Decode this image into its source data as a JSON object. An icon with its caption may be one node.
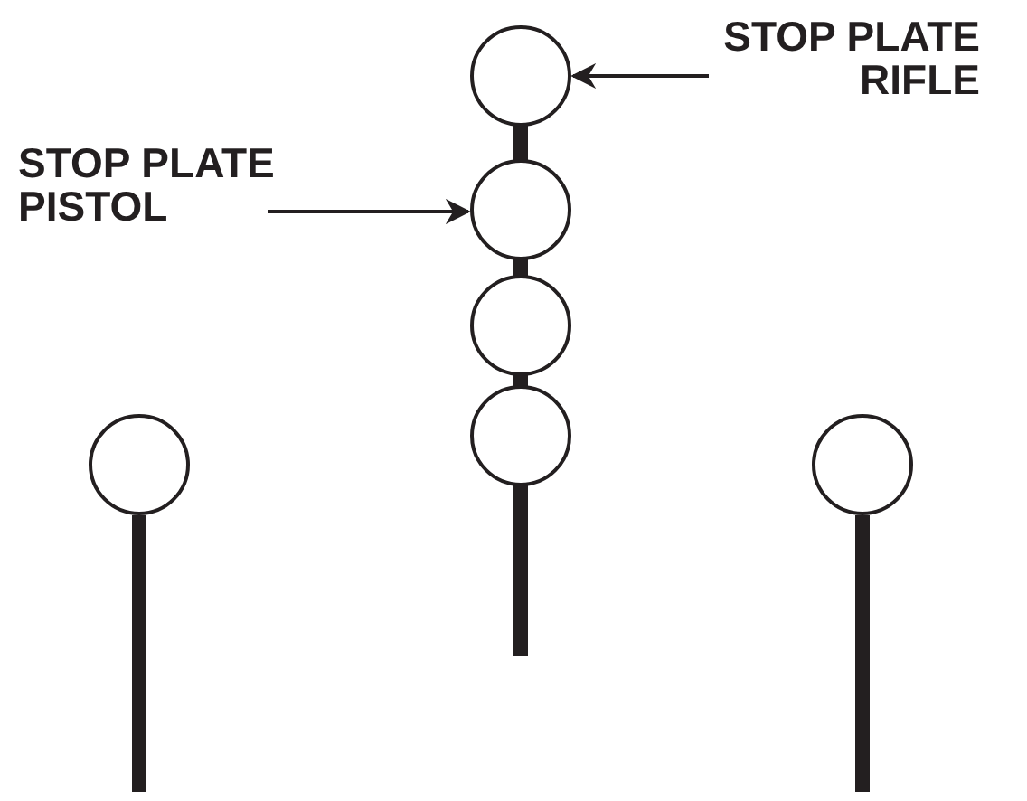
{
  "diagram": {
    "nodes": [
      {
        "text": [],
        "shape": "circle"
      },
      {
        "text": [
          "STOP PLATE RIFLE"
        ]
      },
      {
        "text": [
          "STOP PLATE PISTOL"
        ]
      },
      {
        "text": [],
        "shape": "circle"
      },
      {
        "text": [],
        "shape": "circle"
      },
      {
        "text": [],
        "shape": "circle"
      },
      {
        "text": [],
        "shape": "circle"
      },
      {
        "text": [],
        "shape": "circle"
      }
    ],
    "edges": [
      {
        "from": 1,
        "to": 0,
        "arrow": "to"
      },
      {
        "from": 2,
        "to": 3,
        "arrow": "to"
      }
    ]
  }
}
